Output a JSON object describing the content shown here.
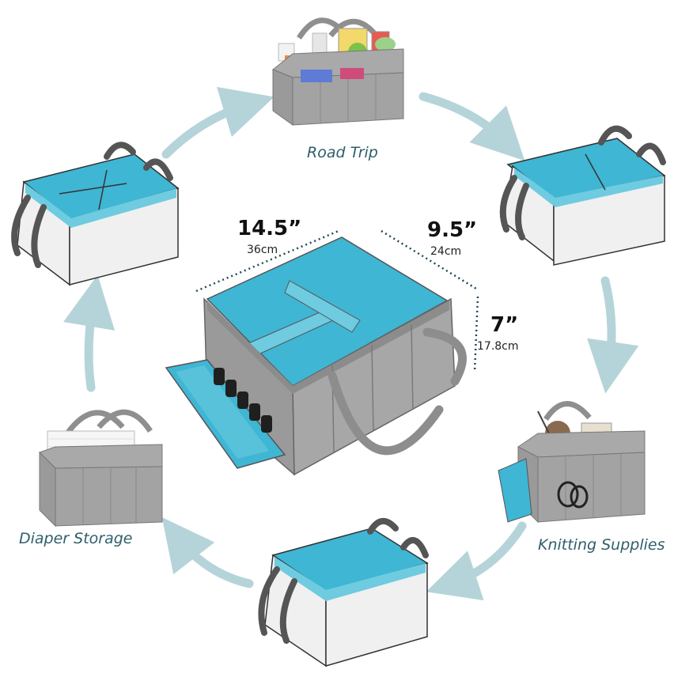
{
  "labels": {
    "road_trip": "Road Trip",
    "knitting": "Knitting Supplies",
    "diaper": "Diaper Storage"
  },
  "dimensions": {
    "length": {
      "inches": "14.5”",
      "cm": "36cm"
    },
    "width": {
      "inches": "9.5”",
      "cm": "24cm"
    },
    "height": {
      "inches": "7”",
      "cm": "17.8cm"
    }
  },
  "colors": {
    "felt_gray": "#9c9c9c",
    "felt_dark": "#7d7d7d",
    "lining_blue": "#3fb6d3",
    "lining_light": "#6fcbe0",
    "arrow": "#b5d4d9",
    "label": "#2e5f6a",
    "outline": "#333333"
  },
  "icons": {
    "cycle_arrow": "curved-arrow-icon",
    "dimension_line": "dotted-line-icon"
  }
}
